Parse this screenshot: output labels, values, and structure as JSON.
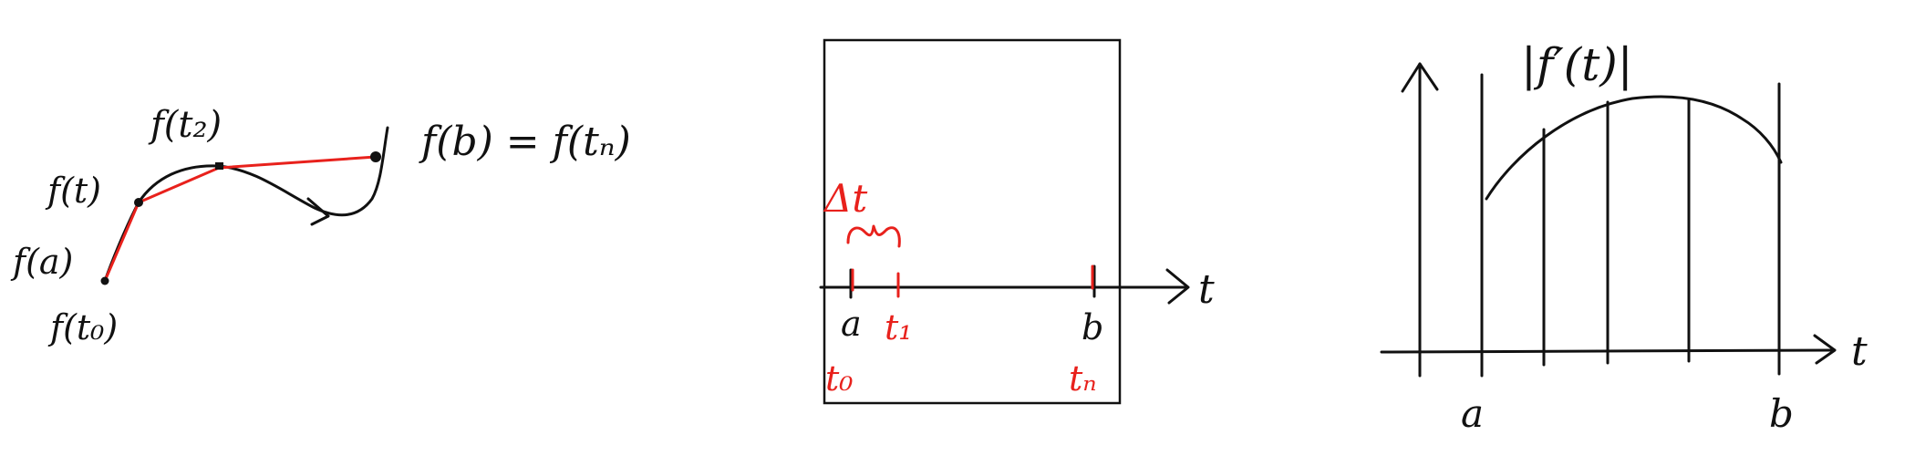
{
  "panel1": {
    "labels": {
      "f_t0": "f(t₀)",
      "f_a": "f(a)",
      "f_t": "f(t)",
      "f_t2": "f(t₂)",
      "f_b_eq": "f(b) = f(tₙ)"
    }
  },
  "panel2": {
    "labels": {
      "delta_t": "Δt",
      "axis_t": "t",
      "a": "a",
      "t1": "t₁",
      "b": "b",
      "t0": "t₀",
      "tn": "tₙ"
    }
  },
  "panel3": {
    "labels": {
      "curve_label": "|f′(t)|",
      "axis_t": "t",
      "a": "a",
      "b": "b"
    }
  },
  "colors": {
    "ink": "#111111",
    "accent": "#e8211c"
  }
}
